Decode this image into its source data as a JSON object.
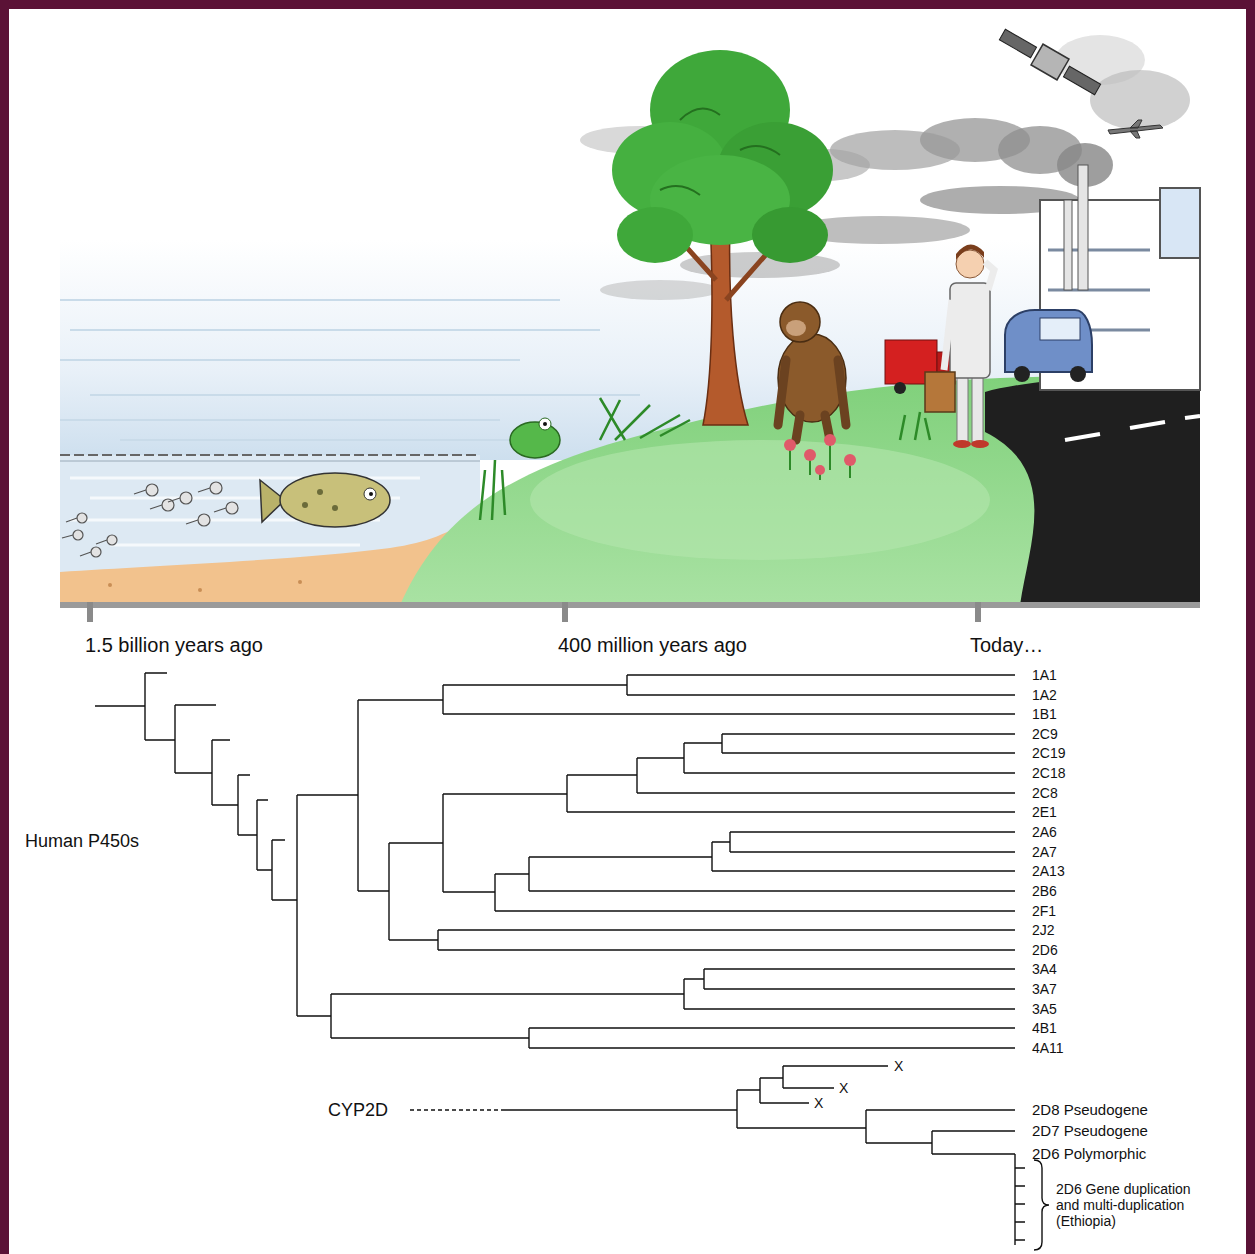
{
  "diagram": {
    "labels": [
      "1.5 billion years ago",
      "400 million years ago",
      "Today…",
      "1A1",
      "1A2",
      "1B1",
      "2C9",
      "2C19",
      "2C18",
      "2C8",
      "2E1",
      "2A6",
      "2A7",
      "2A13",
      "2B6",
      "2F1",
      "2J2",
      "2D6",
      "3A4",
      "3A7",
      "3A5",
      "4B1",
      "4A11",
      "Human P450s",
      "CYP2D",
      "X",
      "X",
      "X",
      "2D8 Pseudogene",
      "2D7 Pseudogene",
      "2D6 Polymorphic",
      "2D6 Gene duplication and multi-duplication (Ethiopia)"
    ]
  }
}
